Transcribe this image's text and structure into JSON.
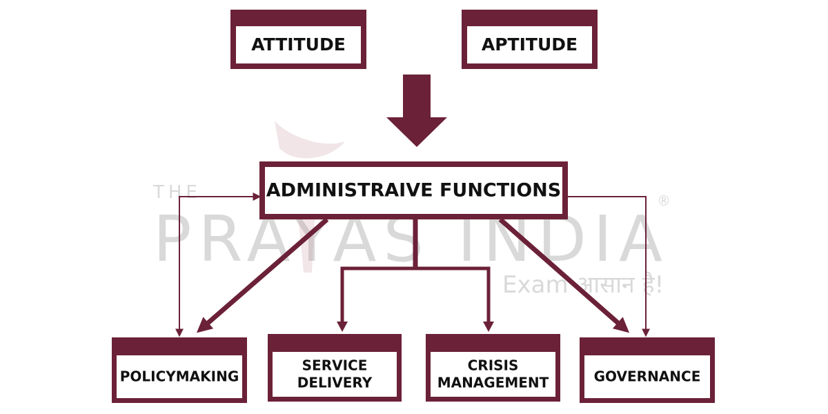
{
  "colors": {
    "maroon": "#6b2138",
    "text": "#111111",
    "watermark": "#d9d9d9",
    "background": "#ffffff"
  },
  "watermark": {
    "prefix": "THE",
    "brand": "PRAYAS INDIA",
    "registered": "®",
    "tagline": "Exam आसान है!"
  },
  "nodes": {
    "attitude": "ATTITUDE",
    "aptitude": "APTITUDE",
    "admin_functions": "ADMINISTRAIVE FUNCTIONS",
    "policymaking": "POLICYMAKING",
    "service_delivery": [
      "SERVICE",
      "DELIVERY"
    ],
    "crisis_management": [
      "CRISIS",
      "MANAGEMENT"
    ],
    "governance": "GOVERNANCE"
  }
}
